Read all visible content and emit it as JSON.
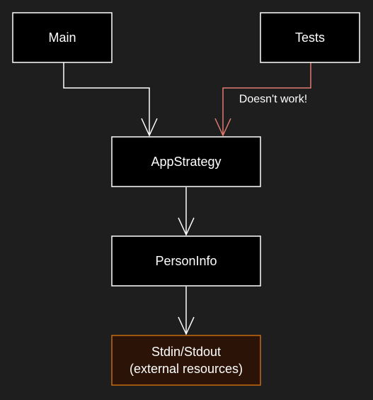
{
  "nodes": {
    "main": {
      "label": "Main"
    },
    "tests": {
      "label": "Tests"
    },
    "app_strategy": {
      "label": "AppStrategy"
    },
    "person_info": {
      "label": "PersonInfo"
    },
    "stdin_stdout": {
      "line1": "Stdin/Stdout",
      "line2": "(external resources)"
    }
  },
  "edges": {
    "tests_to_app_strategy": {
      "label": "Doesn't work!"
    }
  },
  "colors": {
    "background": "#1e1e1e",
    "node_fill": "#000000",
    "node_stroke": "#ffffff",
    "node_text": "#ffffff",
    "edge": "#ffffff",
    "broken_edge": "#e07a70",
    "external_fill": "#2b1407",
    "external_stroke": "#c66a12"
  }
}
